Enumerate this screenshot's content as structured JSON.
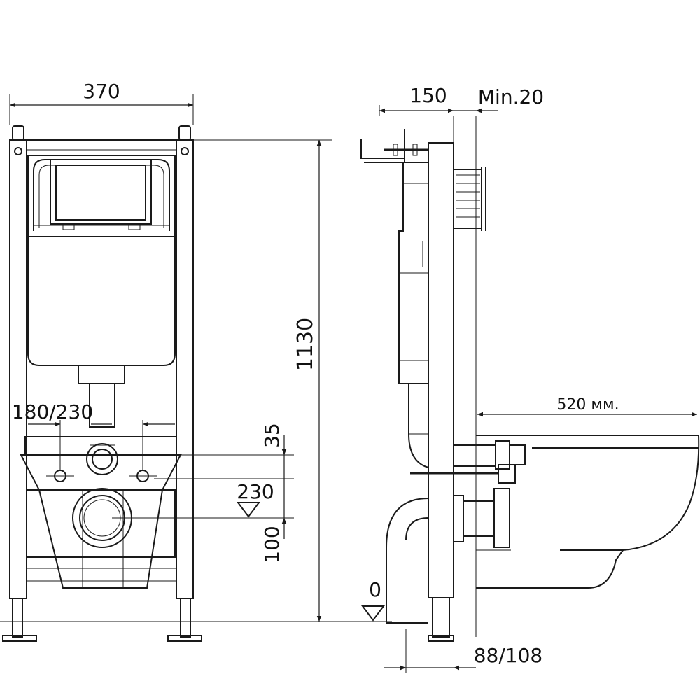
{
  "dimensions": {
    "frame_width": "370",
    "frame_depth": "150",
    "wall_clearance": "Min.20",
    "frame_height": "1130",
    "flush_pipe_spacing": "180/230",
    "offset_35": "35",
    "bolt_height": "230",
    "drain_offset": "100",
    "floor_level": "0",
    "drain_projection": "88/108",
    "bowl_length": "520 мм."
  },
  "colors": {
    "line": "#1a1a1a",
    "background": "#ffffff"
  }
}
